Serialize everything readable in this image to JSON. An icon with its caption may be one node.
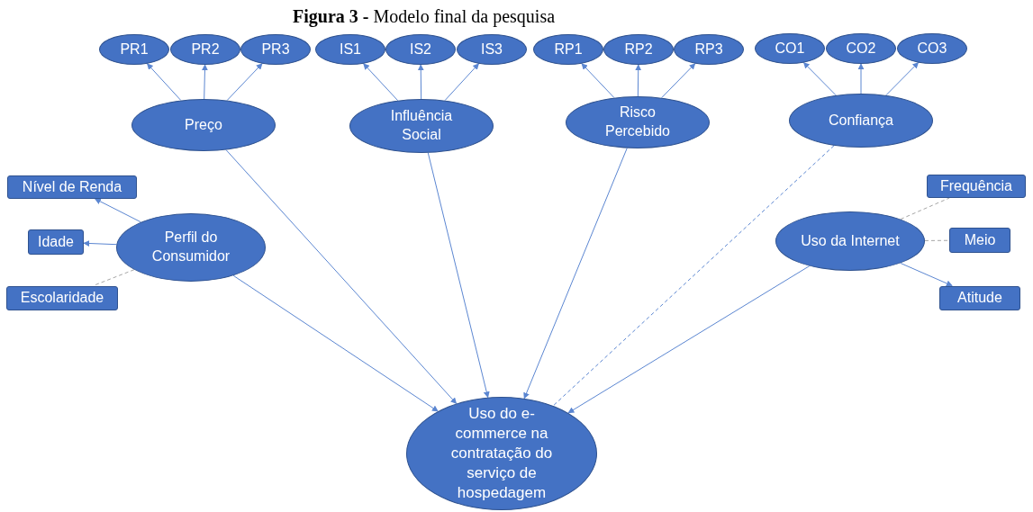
{
  "diagram": {
    "title": "**Figura 3 -** Modelo final da pesquisa",
    "nodes": [
      {
        "text": [
          "PR1"
        ]
      },
      {
        "text": [
          "PR2"
        ]
      },
      {
        "text": [
          "PR3"
        ]
      },
      {
        "text": [
          "IS1"
        ]
      },
      {
        "text": [
          "IS2"
        ]
      },
      {
        "text": [
          "IS3"
        ]
      },
      {
        "text": [
          "RP1"
        ]
      },
      {
        "text": [
          "RP2"
        ]
      },
      {
        "text": [
          "RP3"
        ]
      },
      {
        "text": [
          "CO1"
        ]
      },
      {
        "text": [
          "CO2"
        ]
      },
      {
        "text": [
          "CO3"
        ]
      },
      {
        "text": [
          "Preço"
        ]
      },
      {
        "text": [
          "Influência Social"
        ]
      },
      {
        "text": [
          "Risco Percebido"
        ]
      },
      {
        "text": [
          "Confiança"
        ]
      },
      {
        "text": [
          "Nível de Renda"
        ]
      },
      {
        "text": [
          "Frequência"
        ]
      },
      {
        "text": [
          "Perfil do Consumidor"
        ]
      },
      {
        "text": [
          "Uso da Internet"
        ]
      },
      {
        "text": [
          "Idade"
        ]
      },
      {
        "text": [
          "Meio"
        ]
      },
      {
        "text": [
          "Escolaridade"
        ]
      },
      {
        "text": [
          "Atitude"
        ]
      },
      {
        "text": [
          "Uso do e-commerce na contratação do serviço de hospedagem"
        ]
      }
    ],
    "edges": [
      {
        "from": 12,
        "to": 0,
        "arrow": "to"
      },
      {
        "from": 12,
        "to": 1,
        "arrow": "to"
      },
      {
        "from": 12,
        "to": 2,
        "arrow": "to"
      },
      {
        "from": 13,
        "to": 3,
        "arrow": "to"
      },
      {
        "from": 13,
        "to": 4,
        "arrow": "to"
      },
      {
        "from": 13,
        "to": 5,
        "arrow": "to"
      },
      {
        "from": 14,
        "to": 6,
        "arrow": "to"
      },
      {
        "from": 14,
        "to": 7,
        "arrow": "to"
      },
      {
        "from": 14,
        "to": 8,
        "arrow": "to"
      },
      {
        "from": 15,
        "to": 9,
        "arrow": "to"
      },
      {
        "from": 15,
        "to": 10,
        "arrow": "to"
      },
      {
        "from": 15,
        "to": 11,
        "arrow": "to"
      },
      {
        "from": 18,
        "to": 16,
        "arrow": "to"
      },
      {
        "from": 18,
        "to": 20,
        "arrow": "to"
      },
      {
        "from": 18,
        "to": 22,
        "arrow": "none",
        "style": "dashed",
        "color": "#a6a6a6"
      },
      {
        "from": 19,
        "to": 17,
        "arrow": "none",
        "style": "dashed",
        "color": "#a6a6a6"
      },
      {
        "from": 19,
        "to": 21,
        "arrow": "none",
        "style": "dashed",
        "color": "#a6a6a6"
      },
      {
        "from": 19,
        "to": 23,
        "arrow": "to"
      },
      {
        "from": 12,
        "to": 24,
        "arrow": "to"
      },
      {
        "from": 13,
        "to": 24,
        "arrow": "to"
      },
      {
        "from": 14,
        "to": 24,
        "arrow": "to"
      },
      {
        "from": 15,
        "to": 24,
        "arrow": "none",
        "style": "dashed"
      },
      {
        "from": 18,
        "to": 24,
        "arrow": "to"
      },
      {
        "from": 19,
        "to": 24,
        "arrow": "to"
      }
    ]
  }
}
